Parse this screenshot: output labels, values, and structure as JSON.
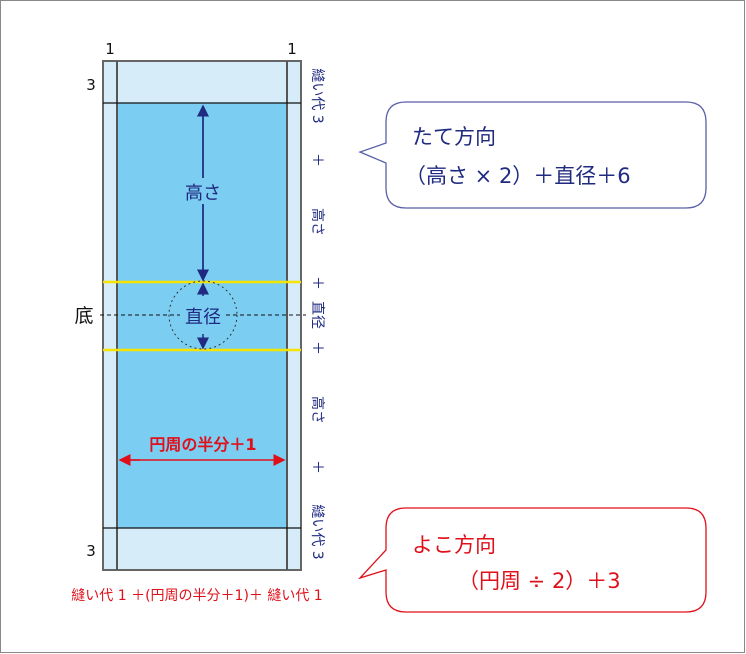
{
  "colors": {
    "seam_allowance": "#d6ecf9",
    "body": "#7ccdf2",
    "guide_yellow": "#f5e400",
    "navy": "#1f2a80",
    "red": "#e0101a",
    "callout_border_blue": "#5a5fa8",
    "callout_border_red": "#e0101a"
  },
  "diagram": {
    "top_left_label": "1",
    "top_right_label": "1",
    "top_seam_label": "3",
    "bottom_seam_label": "3",
    "bottom_label": "底",
    "height_label": "高さ",
    "diameter_label": "直径",
    "half_circumference_label": "円周の半分＋1",
    "bottom_formula": "縫い代 1 ＋(円周の半分＋1)＋ 縫い代 1",
    "side_labels": [
      "縫い代 3",
      "＋",
      "高さ",
      "＋",
      "直径",
      "＋",
      "高さ",
      "＋",
      "縫い代 3"
    ]
  },
  "callout_vertical": {
    "title": "たて方向",
    "formula": "（高さ × 2）＋直径＋6"
  },
  "callout_horizontal": {
    "title": "よこ方向",
    "formula": "（円周 ÷ 2）＋3"
  }
}
